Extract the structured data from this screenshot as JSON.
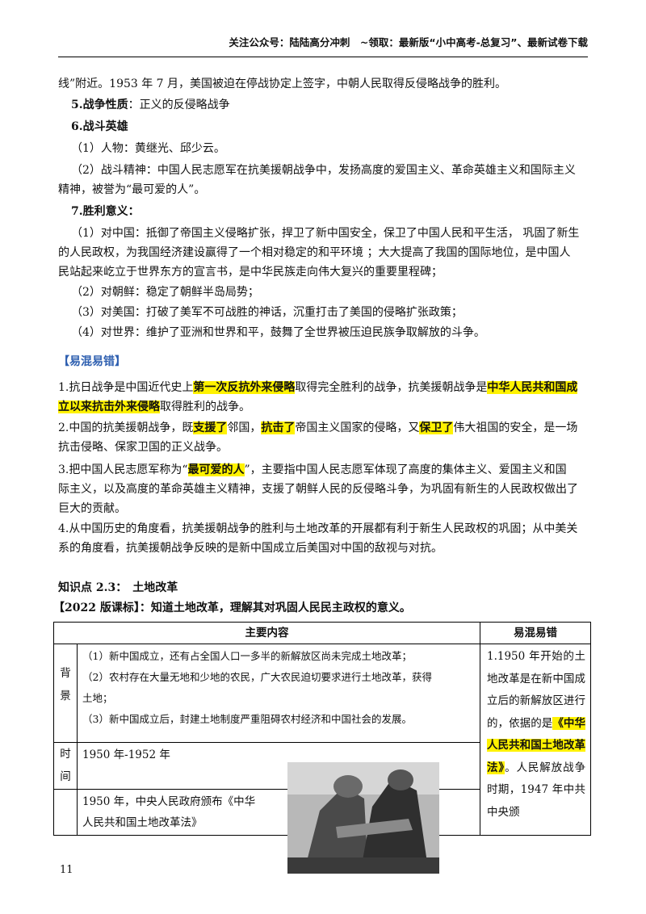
{
  "header": {
    "text": "关注公众号：陆陆高分冲刺　~领取：最新版“小中高考-总复习”、最新试卷下载"
  },
  "body": {
    "line_cont": "线”附近。1953 年 7 月，美国被迫在停战协定上签字，中朝人民取得反侵略战争的胜利。",
    "s5_title": "5.战争性质",
    "s5_text": "：正义的反侵略战争",
    "s6_title": "6.战斗英雄",
    "s6_p1": "（1）人物：黄继光、邱少云。",
    "s6_p2a": "（2）战斗精神：中国人民志愿军在抗美援朝战争中，发扬高度的爱国主义、革命英雄主义和国际主义",
    "s6_p2b": "精神，被誉为“最可爱的人”。",
    "s7_title": "7.胜利意义：",
    "s7_p1a": "（1）对中国：抵御了帝国主义侵略扩张，捍卫了新中国安全，保卫了中国人民和平生活，  巩固了新生",
    "s7_p1b": "的人民政权，为我国经济建设赢得了一个相对稳定的和平环境 ；大大提高了我国的国际地位，是中国人",
    "s7_p1c": "民站起来屹立于世界东方的宣言书，是中华民族走向伟大复兴的重要里程碑；",
    "s7_p2": "（2）对朝鲜：稳定了朝鲜半岛局势；",
    "s7_p3": "（3）对美国：打破了美军不可战胜的神话，沉重打击了美国的侵略扩张政策；",
    "s7_p4": "（4）对世界：维护了亚洲和世界和平，鼓舞了全世界被压迫民族争取解放的斗争。"
  },
  "confuse": {
    "label": "【易混易错】",
    "i1_a": "1.抗日战争是中国近代史上",
    "i1_hl1": "第一次反抗外来侵略",
    "i1_b": "取得完全胜利的战争，抗美援朝战争是",
    "i1_hl2": "中华人民共和国成",
    "i1_hl3": "立以来抗击外来侵略",
    "i1_c": "取得胜利的战争。",
    "i2_a": "2.中国的抗美援朝战争，既",
    "i2_hl1": "支援了",
    "i2_b": "邻国，",
    "i2_hl2": "抗击了",
    "i2_c": "帝国主义国家的侵略，又",
    "i2_hl3": "保卫了",
    "i2_d": "伟大祖国的安全，是一场",
    "i2_e": "抗击侵略、保家卫国的正义战争。",
    "i3_a": "3.把中国人民志愿军称为“",
    "i3_hl": "最可爱的人",
    "i3_b": "”，主要指中国人民志愿军体现了高度的集体主义、爱国主义和国",
    "i3_c": "际主义，以及高度的革命英雄主义精神，支援了朝鲜人民的反侵略斗争，为巩固有新生的人民政权做出了",
    "i3_d": "巨大的贡献。",
    "i4_a": "4.从中国历史的角度看，抗美援朝战争的胜利与土地改革的开展都有利于新生人民政权的巩固；从中美关",
    "i4_b": "系的角度看，抗美援朝战争反映的是新中国成立后美国对中国的敌视与对抗。"
  },
  "knowledge": {
    "title": "知识点 2.3：　土地改革",
    "standard": "【2022 版课标】：知道土地改革，理解其对巩固人民民主政权的意义。"
  },
  "table": {
    "head_main": "主要内容",
    "head_err": "易混易错",
    "bg_label_1": "背",
    "bg_label_2": "景",
    "bg_1": "（1）新中国成立，还有占全国人口一多半的新解放区尚未完成土地改革；",
    "bg_2a": "（2）农村存在大量无地和少地的农民，广大农民迫切要求进行土地改革，获得",
    "bg_2b": "土地；",
    "bg_3": "（3）新中国成立后，封建土地制度严重阻碍农村经济和中国社会的发展。",
    "time_label_1": "时",
    "time_label_2": "间",
    "time_value": "1950 年-1952 年",
    "law_a": "1950 年，中央人民政府颁布《中华",
    "law_b": "人民共和国土地改革法》",
    "err_a": "1.1950 年开始的土地改革是在新中国成立后的新解放区进行的，依据的是",
    "err_hl": "《中华人民共和国土地改革法》",
    "err_b": "。人民解放战争时期，1947 年中共中央颁"
  },
  "page_number": "11"
}
